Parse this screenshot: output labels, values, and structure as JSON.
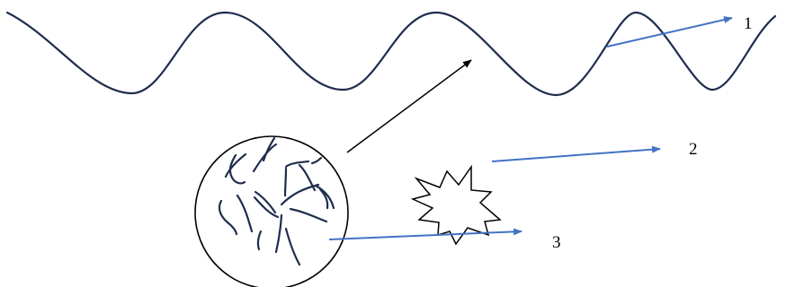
{
  "labels": {
    "one": "1",
    "two": "2",
    "three": "3"
  },
  "colors": {
    "wave": "#1f2d4e",
    "blue_arrow": "#4472c4",
    "black_arrow": "#000000",
    "fibers": "#1f2d4e",
    "outline": "#000000",
    "background": "#ffffff"
  }
}
